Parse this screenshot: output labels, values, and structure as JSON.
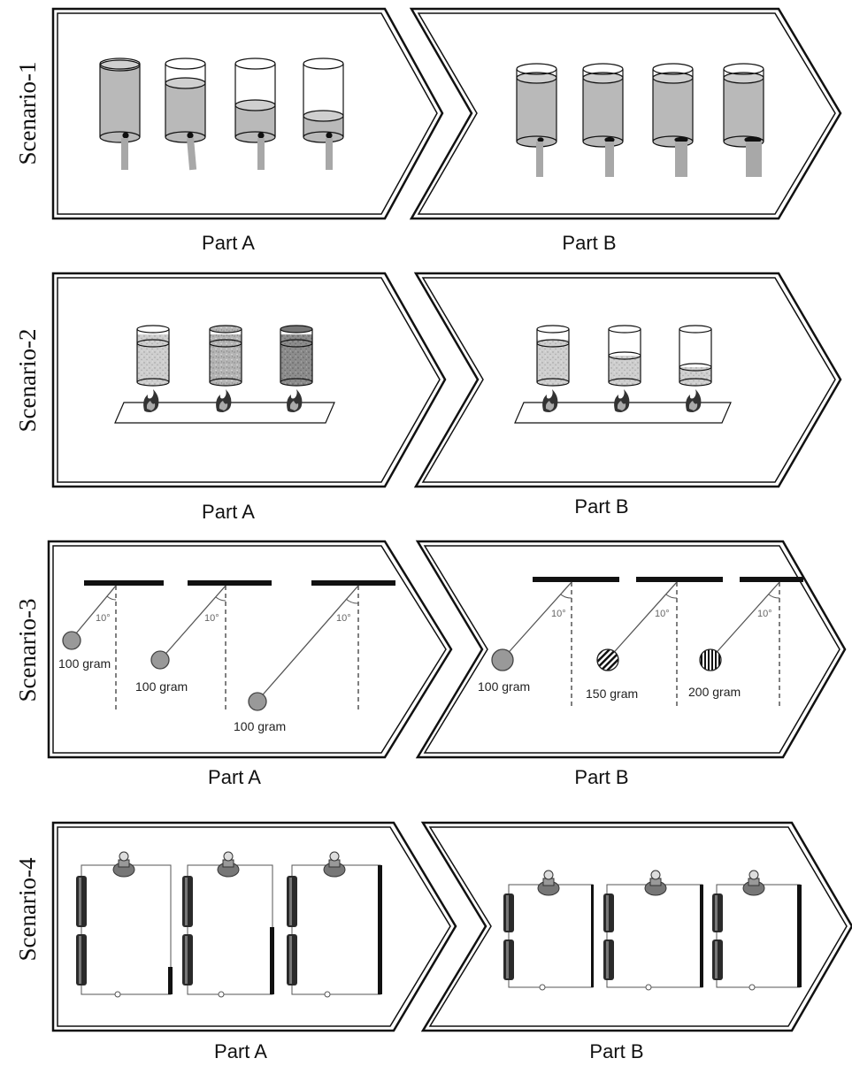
{
  "scenarios": [
    {
      "label": "Scenario-1",
      "partA": {
        "label": "Part A"
      },
      "partB": {
        "label": "Part B"
      }
    },
    {
      "label": "Scenario-2",
      "partA": {
        "label": "Part A"
      },
      "partB": {
        "label": "Part B"
      }
    },
    {
      "label": "Scenario-3",
      "partA": {
        "label": "Part A",
        "pendulums": [
          {
            "mass": "100 gram",
            "angle": "10°",
            "fill": "solid"
          },
          {
            "mass": "100 gram",
            "angle": "10°",
            "fill": "solid"
          },
          {
            "mass": "100 gram",
            "angle": "10°",
            "fill": "solid"
          }
        ]
      },
      "partB": {
        "label": "Part B",
        "pendulums": [
          {
            "mass": "100 gram",
            "angle": "10°",
            "fill": "solid"
          },
          {
            "mass": "150 gram",
            "angle": "10°",
            "fill": "diagonal-stripes"
          },
          {
            "mass": "200 gram",
            "angle": "10°",
            "fill": "vertical-stripes"
          }
        ]
      }
    },
    {
      "label": "Scenario-4",
      "partA": {
        "label": "Part A"
      },
      "partB": {
        "label": "Part B"
      }
    }
  ],
  "colors": {
    "liquid": "#b9b9b9",
    "stroke": "#111111",
    "pipe": "#a8a8a8",
    "bob": "#999999"
  }
}
